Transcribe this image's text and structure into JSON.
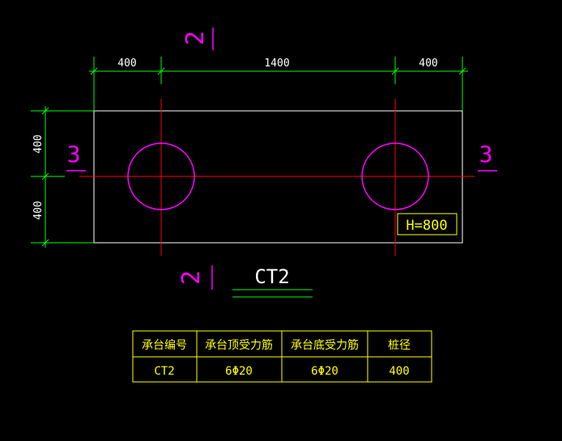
{
  "colors": {
    "background": "#000000",
    "outline": "#ffffff",
    "dimension": "#00ff00",
    "centerline": "#ff0000",
    "circle": "#ff00ff",
    "section_mark": "#ff00ff",
    "text": "#ffffff",
    "table": "#ffff00"
  },
  "dimensions": {
    "top": [
      "400",
      "1400",
      "400"
    ],
    "left": [
      "400",
      "400"
    ]
  },
  "section_marks": {
    "top": "2",
    "bottom": "2",
    "left": "3",
    "right": "3"
  },
  "height_label": "H=800",
  "title": "CT2",
  "table": {
    "headers": [
      "承台编号",
      "承台顶受力筋",
      "承台底受力筋",
      "桩径"
    ],
    "rows": [
      [
        "CT2",
        "6Φ20",
        "6Φ20",
        "400"
      ]
    ]
  }
}
